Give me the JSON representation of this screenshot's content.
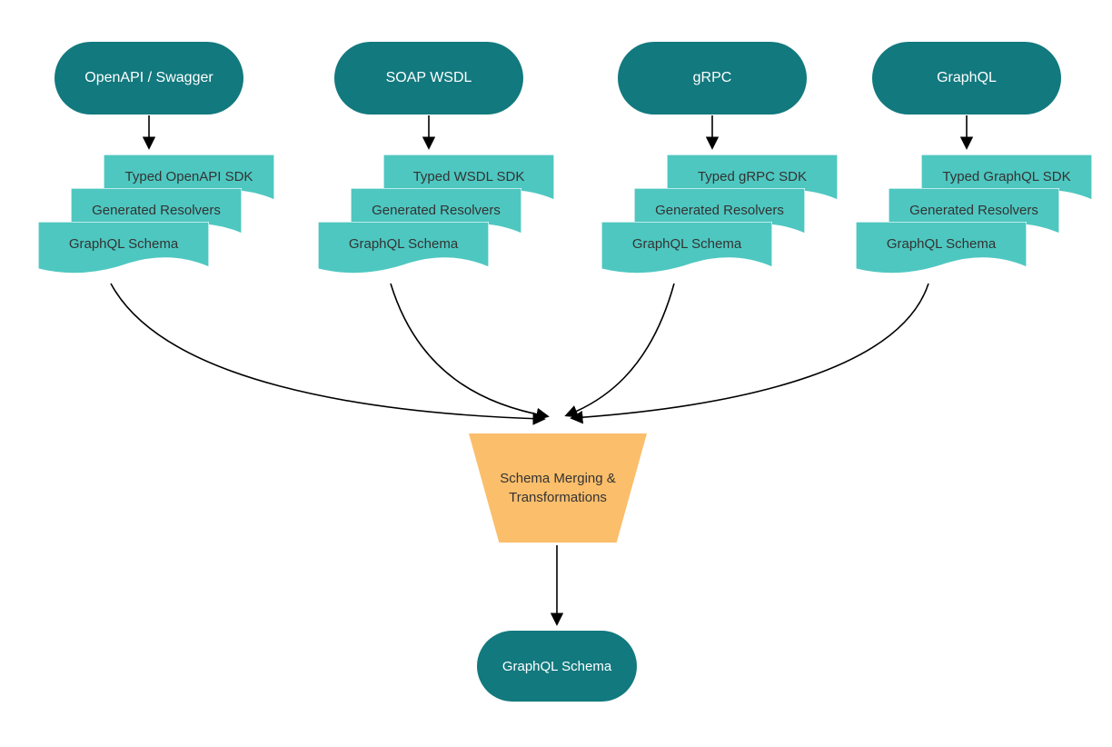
{
  "diagram": {
    "sources": [
      {
        "label": "OpenAPI / Swagger"
      },
      {
        "label": "SOAP WSDL"
      },
      {
        "label": "gRPC"
      },
      {
        "label": "GraphQL"
      }
    ],
    "stacks": [
      {
        "docs": [
          "Typed OpenAPI SDK",
          "Generated Resolvers",
          "GraphQL Schema"
        ]
      },
      {
        "docs": [
          "Typed WSDL SDK",
          "Generated Resolvers",
          "GraphQL Schema"
        ]
      },
      {
        "docs": [
          "Typed gRPC SDK",
          "Generated Resolvers",
          "GraphQL Schema"
        ]
      },
      {
        "docs": [
          "Typed GraphQL SDK",
          "Generated Resolvers",
          "GraphQL Schema"
        ]
      }
    ],
    "merge_node": {
      "lines": [
        "Schema Merging &",
        "Transformations"
      ]
    },
    "output_node": {
      "label": "GraphQL Schema"
    },
    "colors": {
      "source_fill": "#12797E",
      "source_text": "#ffffff",
      "document_fill": "#4EC7C0",
      "document_text": "#333333",
      "merge_fill": "#FBBE6B",
      "arrow": "#000000"
    }
  }
}
